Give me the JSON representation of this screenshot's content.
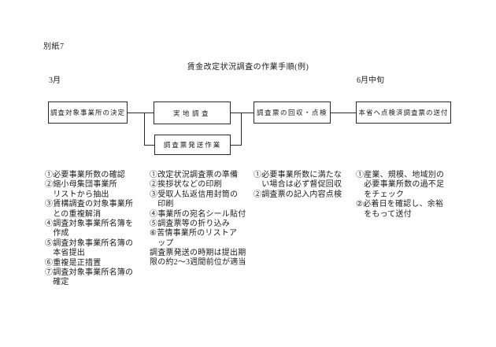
{
  "page": {
    "doc_label": "別紙7",
    "title": "賃金改定状況調査の作業手順(例)",
    "timeline_start": "3月",
    "timeline_end": "6月中旬"
  },
  "flowchart": {
    "boxes": [
      {
        "label": "調査対象事業所の決定"
      },
      {
        "label": "実地調査"
      },
      {
        "label": "調査票発送作業"
      },
      {
        "label": "調査票の回収・点検"
      },
      {
        "label": "本省へ点検済調査票の送付"
      }
    ]
  },
  "notes": {
    "col1": [
      "①必要事業所数の確認",
      "②縮小母集団事業所",
      "　リストから抽出",
      "③賃構調査の対象事業所",
      "　との重複解消",
      "④調査対象事業所名簿を",
      "　作成",
      "⑤調査対象事業所名簿の",
      "　本省提出",
      "⑥重複是正措置",
      "⑦調査対象事業所名簿の",
      "　確定"
    ],
    "col2": [
      "①改定状況調査票の準備",
      "②挨拶状などの印刷",
      "③受取人払返信用封筒の",
      "　印刷",
      "④事業所の宛名シール貼付",
      "⑤調査票等の折り込み",
      "⑥苦情事業所のリストア",
      "　ップ"
    ],
    "col2_note": [
      "調査票発送の時期は提出期",
      "限の約2～3週間前位が適当"
    ],
    "col3": [
      "①必要事業所数に満たな",
      "　い場合は必ず督促回収",
      "②調査票の記入内容点検"
    ],
    "col4": [
      "①産業、規模、地域別の",
      "　必要事業所数の過不足",
      "　をチェック",
      "②必着日を確認し、余裕",
      "　をもって送付"
    ]
  }
}
